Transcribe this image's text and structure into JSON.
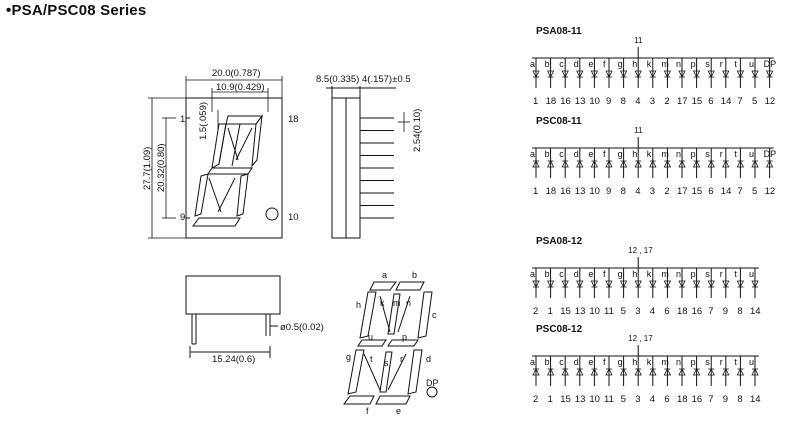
{
  "title": "•PSA/PSC08 Series",
  "dims": {
    "width_top": "20.0(0.787)",
    "width_inner": "10.9(0.429)",
    "height_total": "27.7(1.09)",
    "height_pins": "20.32(0.80)",
    "seg_gap": "1.5(.059)",
    "side_a": "8.5(0.335)",
    "side_b": "4(.157)±0.5",
    "pitch": "2.54(0.10)",
    "pin_dia": "ø0.5(0.02)",
    "row_spacing": "15.24(0.6)"
  },
  "front_pins": {
    "p1": "1",
    "p9": "9",
    "p18": "18",
    "p10": "10"
  },
  "segment_labels": {
    "a": "a",
    "b": "b",
    "c": "c",
    "d": "d",
    "e": "e",
    "f": "f",
    "g": "g",
    "h": "h",
    "k": "k",
    "m": "m",
    "n": "n",
    "p": "p",
    "r": "r",
    "s": "s",
    "t": "t",
    "u": "u",
    "dp": "DP"
  },
  "circuits": [
    {
      "name": "PSA08-11",
      "common_label": "11",
      "direction": "anode",
      "segments": [
        "a",
        "b",
        "c",
        "d",
        "e",
        "f",
        "g",
        "h",
        "k",
        "m",
        "n",
        "p",
        "s",
        "r",
        "t",
        "u",
        "DP"
      ],
      "pins": [
        "1",
        "18",
        "16",
        "13",
        "10",
        "9",
        "8",
        "4",
        "3",
        "2",
        "17",
        "15",
        "6",
        "14",
        "7",
        "5",
        "12"
      ]
    },
    {
      "name": "PSC08-11",
      "common_label": "11",
      "direction": "cathode",
      "segments": [
        "a",
        "b",
        "c",
        "d",
        "e",
        "f",
        "g",
        "h",
        "k",
        "m",
        "n",
        "p",
        "s",
        "r",
        "t",
        "u",
        "DP"
      ],
      "pins": [
        "1",
        "18",
        "16",
        "13",
        "10",
        "9",
        "8",
        "4",
        "3",
        "2",
        "17",
        "15",
        "6",
        "14",
        "7",
        "5",
        "12"
      ]
    },
    {
      "name": "PSA08-12",
      "common_label": "12 , 17",
      "direction": "anode",
      "segments": [
        "a",
        "b",
        "c",
        "d",
        "e",
        "f",
        "g",
        "h",
        "k",
        "m",
        "n",
        "p",
        "s",
        "r",
        "t",
        "u"
      ],
      "pins": [
        "2",
        "1",
        "15",
        "13",
        "10",
        "11",
        "5",
        "3",
        "4",
        "6",
        "18",
        "16",
        "7",
        "9",
        "8",
        "14"
      ]
    },
    {
      "name": "PSC08-12",
      "common_label": "12 , 17",
      "direction": "cathode",
      "segments": [
        "a",
        "b",
        "c",
        "d",
        "e",
        "f",
        "g",
        "h",
        "k",
        "m",
        "n",
        "p",
        "s",
        "r",
        "t",
        "u"
      ],
      "pins": [
        "2",
        "1",
        "15",
        "13",
        "10",
        "11",
        "5",
        "3",
        "4",
        "6",
        "18",
        "16",
        "7",
        "9",
        "8",
        "14"
      ]
    }
  ]
}
